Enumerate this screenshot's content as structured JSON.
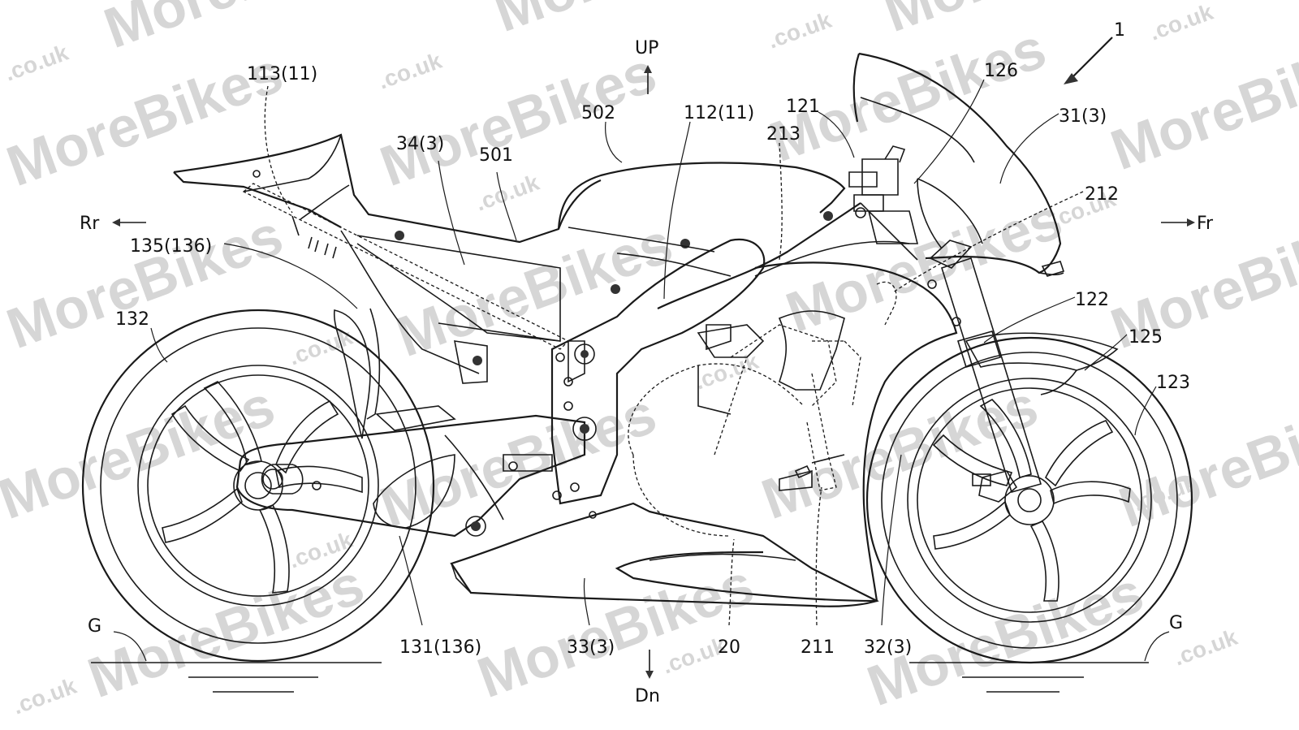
{
  "watermark": {
    "brand": "MoreBikes",
    "suffix": ".co.uk",
    "color": "#d6d6d6"
  },
  "colors": {
    "line": "#1a1a1a",
    "background": "#ffffff"
  },
  "directions": {
    "up": "UP",
    "down": "Dn",
    "rear": "Rr",
    "front": "Fr"
  },
  "labels": {
    "ref_1": "1",
    "ref_113": "113(11)",
    "ref_34": "34(3)",
    "ref_501": "501",
    "ref_502": "502",
    "ref_112": "112(11)",
    "ref_121": "121",
    "ref_213": "213",
    "ref_126": "126",
    "ref_31": "31(3)",
    "ref_212": "212",
    "ref_135": "135(136)",
    "ref_132": "132",
    "ref_122": "122",
    "ref_125": "125",
    "ref_123": "123",
    "ref_131": "131(136)",
    "ref_33": "33(3)",
    "ref_20": "20",
    "ref_211": "211",
    "ref_32": "32(3)",
    "ground_rear": "G",
    "ground_front": "G"
  }
}
